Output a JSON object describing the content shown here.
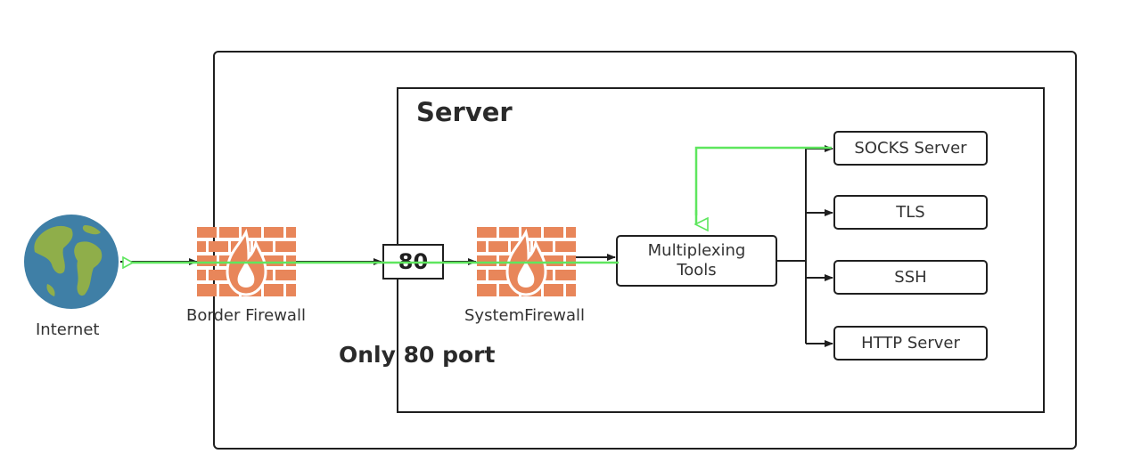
{
  "diagram": {
    "server_title": "Server",
    "port_note": "Only 80 port",
    "internet_label": "Internet",
    "border_firewall_label": "Border Firewall",
    "system_firewall_label": "SystemFirewall",
    "port_label": "80",
    "multiplexer": {
      "line1": "Multiplexing",
      "line2": "Tools"
    },
    "services": [
      "SOCKS Server",
      "TLS",
      "SSH",
      "HTTP Server"
    ]
  },
  "colors": {
    "traffic_path": "#5ee65e",
    "connector": "#1f1f1f",
    "brick": "#e8865a",
    "globe_ocean": "#3f7fa6",
    "globe_land": "#8fae4a"
  },
  "icons": {
    "internet": "globe-icon",
    "firewall": "firewall-icon"
  }
}
